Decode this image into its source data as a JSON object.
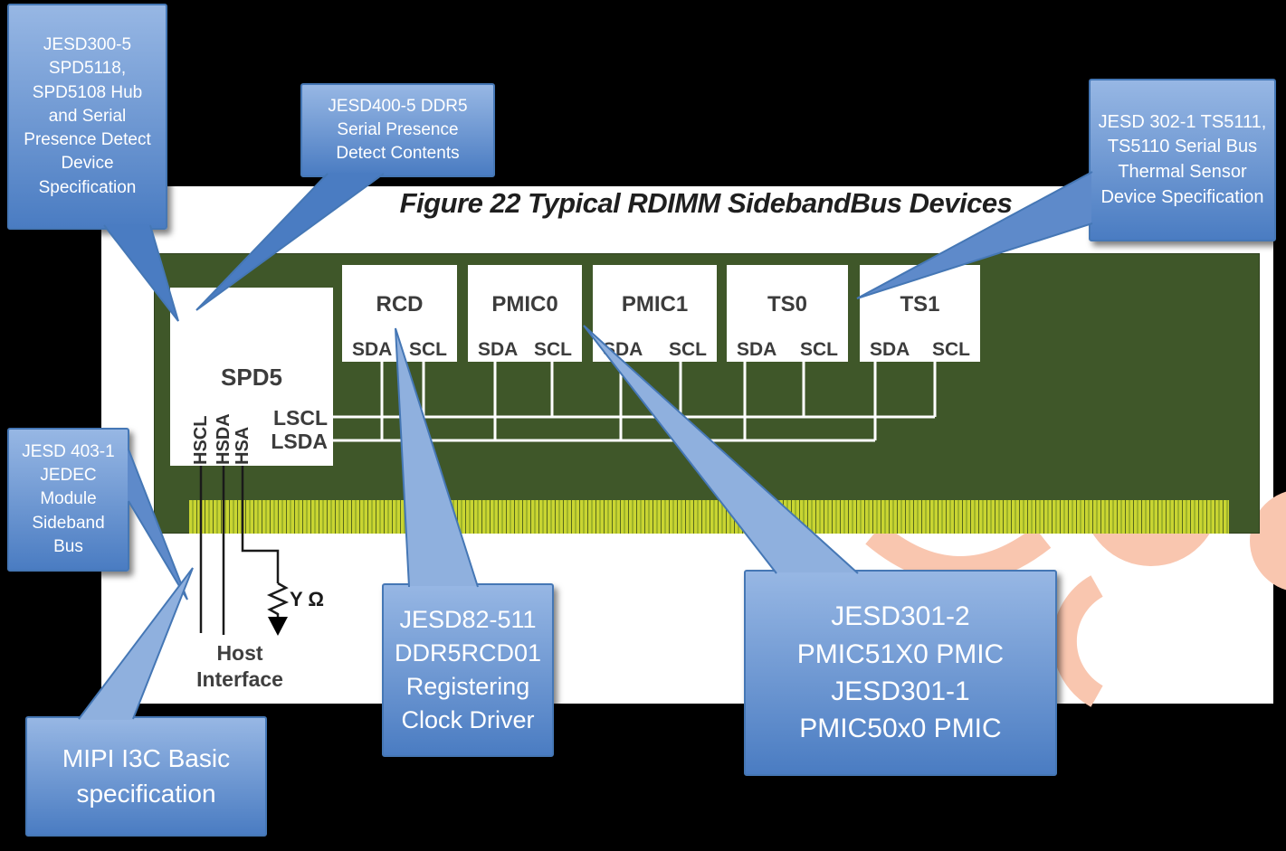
{
  "figure_title": "Figure 22 Typical RDIMM SidebandBus Devices",
  "callouts": {
    "spd_hub_spec": "JESD300-5\nSPD5118,\nSPD5108 Hub\nand Serial\nPresence Detect\nDevice\nSpecification",
    "spd_contents": "JESD400-5 DDR5\nSerial Presence\nDetect Contents",
    "thermal_sensor_spec": "JESD 302-1 TS5111,\nTS5110 Serial Bus\nThermal Sensor\nDevice Specification",
    "sideband_bus_spec": "JESD 403-1\nJEDEC\nModule\nSideband\nBus",
    "mipi_spec": "MIPI I3C Basic\nspecification",
    "rcd_spec": "JESD82-511\nDDR5RCD01\nRegistering\nClock Driver",
    "pmic_spec": "JESD301-2\nPMIC51X0 PMIC\nJESD301-1\nPMIC50x0 PMIC"
  },
  "board": {
    "hub_label": "SPD5",
    "host_pins": [
      "HSCL",
      "HSDA",
      "HSA"
    ],
    "local_buses": [
      "LSCL",
      "LSDA"
    ],
    "devices": [
      {
        "name": "RCD"
      },
      {
        "name": "PMIC0"
      },
      {
        "name": "PMIC1"
      },
      {
        "name": "TS0"
      },
      {
        "name": "TS1"
      }
    ],
    "pin_labels": {
      "sda": "SDA",
      "scl": "SCL"
    },
    "resistor_label": "Y Ω",
    "host_interface_label": "Host\nInterface"
  },
  "colors": {
    "background": "#000000",
    "paper": "#ffffff",
    "pcb_green": "#3f5729",
    "connector_gold": "#c9d532",
    "callout_top": "#97b7e4",
    "callout_bottom": "#4a7cc2",
    "callout_border": "#4577b5",
    "logo_pink": "#f9c6af",
    "wire_white": "#ffffff",
    "wire_black": "#1a1a1a"
  }
}
